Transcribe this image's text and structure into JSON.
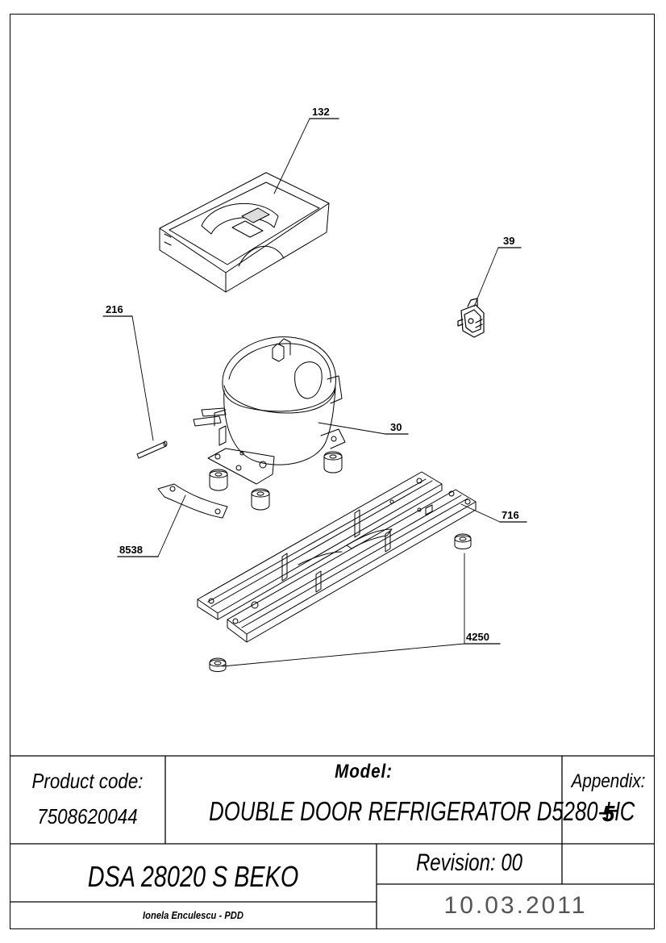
{
  "callouts": {
    "c132": "132",
    "c39": "39",
    "c216": "216",
    "c30": "30",
    "c716": "716",
    "c8538": "8538",
    "c4250": "4250"
  },
  "title_block": {
    "product_code_label": "Product code:",
    "product_code": "7508620044",
    "model_label": "Model:",
    "model_name": "DOUBLE DOOR REFRIGERATOR D5280-HC",
    "appendix_label": "Appendix:",
    "appendix_number": "5",
    "document": "DSA 28020 S BEKO",
    "revision": "Revision: 00",
    "author": "Ionela Enculescu - PDD",
    "date": "10.03.2011"
  }
}
